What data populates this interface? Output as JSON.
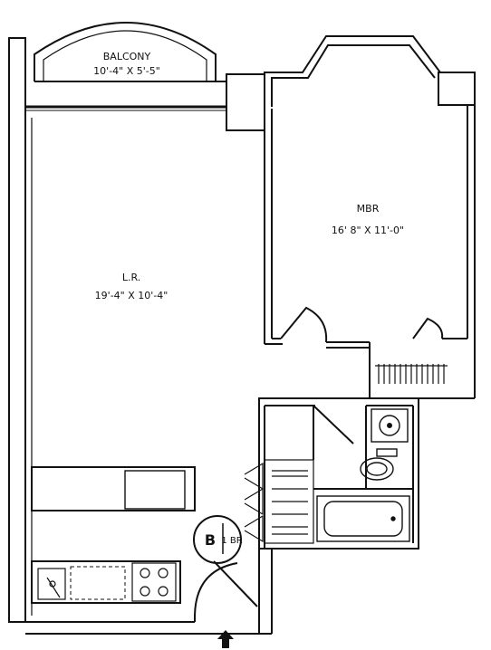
{
  "rooms": {
    "balcony": {
      "name": "BALCONY",
      "dims": "10'-4\" X 5'-5\""
    },
    "living_room": {
      "name": "L.R.",
      "dims": "19'-4\" X 10'-4\""
    },
    "master_bedroom": {
      "name": "MBR",
      "dims": "16' 8\" X 11'-0\""
    }
  },
  "unit_badge": {
    "letter": "B",
    "type": "1 BR"
  },
  "colors": {
    "line": "#111111",
    "background": "#ffffff"
  },
  "icons": {
    "entry": "entry-arrow-icon"
  }
}
